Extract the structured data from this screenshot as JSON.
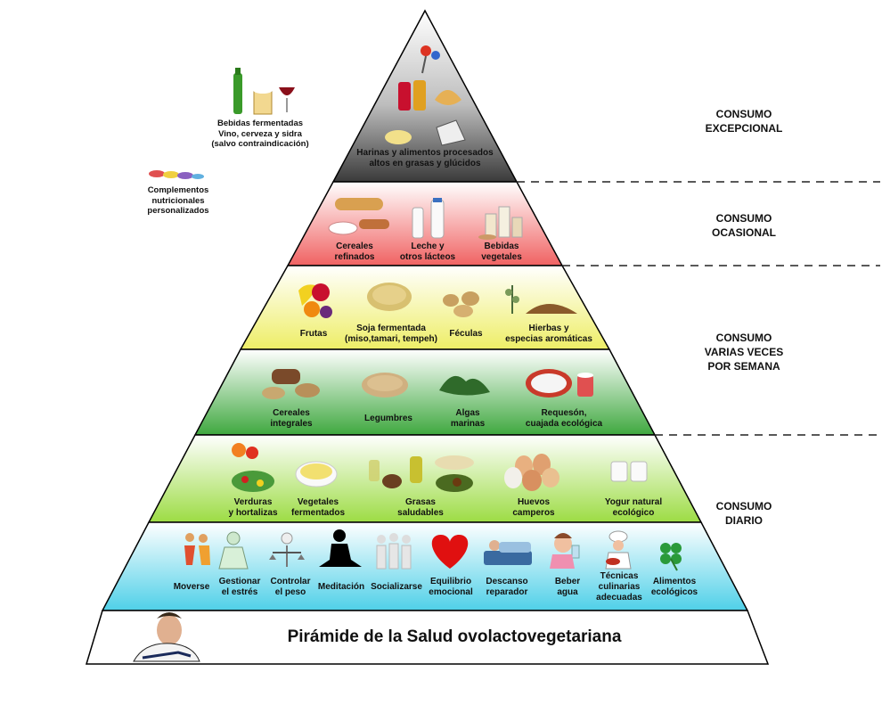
{
  "title": "Pirámide de la Salud ovolactovegetariana",
  "consumption_levels": [
    {
      "id": "excepcional",
      "label": "CONSUMO\nEXCEPCIONAL"
    },
    {
      "id": "ocasional",
      "label": "CONSUMO\nOCASIONAL"
    },
    {
      "id": "semanal",
      "label": "CONSUMO\nVARIAS VECES\nPOR SEMANA"
    },
    {
      "id": "diario",
      "label": "CONSUMO\nDIARIO"
    }
  ],
  "tiers": {
    "top": {
      "items": [
        {
          "label": "Harinas y alimentos procesados\naltos en grasas y glúcidos",
          "icon": "processed-food-icon"
        }
      ]
    },
    "ocasional": {
      "items": [
        {
          "label": "Cereales\nrefinados",
          "icon": "refined-bread-icon"
        },
        {
          "label": "Leche y\notros lácteos",
          "icon": "milk-bottle-icon"
        },
        {
          "label": "Bebidas\nvegetales",
          "icon": "plant-drink-icon"
        }
      ]
    },
    "semanal": {
      "items": [
        {
          "label": "Frutas",
          "icon": "fruit-icon"
        },
        {
          "label": "Soja fermentada\n(miso,tamari, tempeh)",
          "icon": "fermented-soy-icon"
        },
        {
          "label": "Féculas",
          "icon": "potato-icon"
        },
        {
          "label": "Hierbas y\nespecias aromáticas",
          "icon": "herbs-spices-icon"
        }
      ]
    },
    "semanal2": {
      "items": [
        {
          "label": "Cereales\nintegrales",
          "icon": "whole-grain-icon"
        },
        {
          "label": "Legumbres",
          "icon": "legumes-icon"
        },
        {
          "label": "Algas\nmarinas",
          "icon": "seaweed-icon"
        },
        {
          "label": "Requesón,\ncuajada ecológica",
          "icon": "cottage-cheese-icon"
        }
      ]
    },
    "diario": {
      "items": [
        {
          "label": "Verduras\ny hortalizas",
          "icon": "vegetables-icon"
        },
        {
          "label": "Vegetales\nfermentados",
          "icon": "sauerkraut-icon"
        },
        {
          "label": "Grasas\nsaludables",
          "icon": "healthy-fats-icon"
        },
        {
          "label": "Huevos\ncamperos",
          "icon": "eggs-icon"
        },
        {
          "label": "Yogur natural\necológico",
          "icon": "yogurt-icon"
        }
      ]
    },
    "habitos": {
      "items": [
        {
          "label": "Moverse",
          "icon": "dancing-icon"
        },
        {
          "label": "Gestionar\nel estrés",
          "icon": "stress-icon"
        },
        {
          "label": "Controlar\nel peso",
          "icon": "scale-icon"
        },
        {
          "label": "Meditación",
          "icon": "meditation-icon"
        },
        {
          "label": "Socializarse",
          "icon": "people-icon"
        },
        {
          "label": "Equilibrio\nemocional",
          "icon": "heart-icon"
        },
        {
          "label": "Descanso\nreparador",
          "icon": "sleep-icon"
        },
        {
          "label": "Beber\nagua",
          "icon": "water-drinking-icon"
        },
        {
          "label": "Técnicas\nculinarias\nadecuadas",
          "icon": "chef-icon"
        },
        {
          "label": "Alimentos\necológicos",
          "icon": "clover-icon"
        }
      ]
    }
  },
  "side_notes": [
    {
      "label": "Bebidas fermentadas\nVino, cerveza y sidra\n(salvo contraindicación)",
      "icon": "fermented-drinks-icon"
    },
    {
      "label": "Complementos\nnutricionales\npersonalizados",
      "icon": "supplements-icon"
    }
  ],
  "colors": {
    "top": "#3a3a3a",
    "ocasional": "#f06262",
    "semanal": "#f4f48a",
    "semanal2": "#4fb24f",
    "diario": "#a6e05a",
    "habitos": "#5fd4ea"
  }
}
